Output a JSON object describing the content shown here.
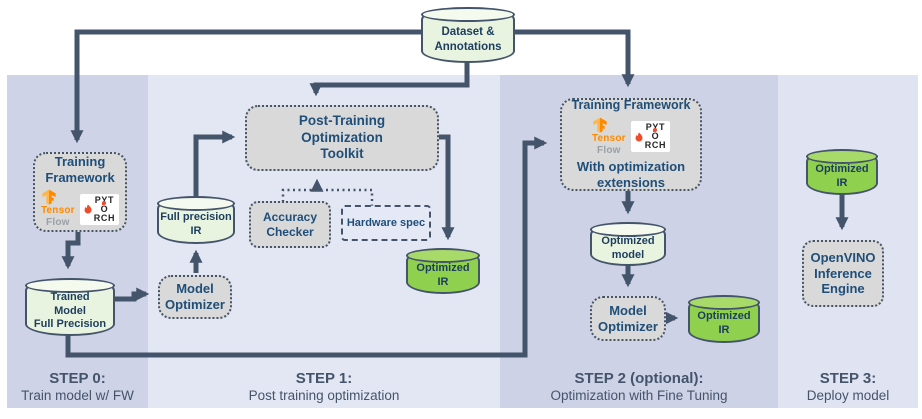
{
  "colors": {
    "line": "#44546a",
    "section_dark": "#cdd2e7",
    "section_light": "#e3e7f4",
    "box_fill": "#d9d9d9",
    "green_cylinder": "#8fd14f",
    "light_green_cylinder": "#e9f4e0",
    "heading_blue": "#1f4e79",
    "cylinder_text": "#1c3d5e",
    "tensorflow_orange": "#ff8a00",
    "pytorch_orange": "#ee4c2c"
  },
  "dataset": {
    "line1": "Dataset &",
    "line2": "Annotations"
  },
  "logos": {
    "tensor": "Tensor",
    "flow": "Flow",
    "pytorch_pre": "PYT",
    "pytorch_o": "O",
    "pytorch_post": "RCH"
  },
  "step0": {
    "title": "STEP 0:",
    "subtitle": "Train model w/ FW",
    "framework": {
      "line1": "Training",
      "line2": "Framework"
    },
    "trained_model": {
      "line1": "Trained",
      "line2": "Model",
      "line3": "Full Precision"
    }
  },
  "step1": {
    "title": "STEP 1:",
    "subtitle": "Post training optimization",
    "full_precision_ir": {
      "line1": "Full precision",
      "line2": "IR"
    },
    "model_optimizer": {
      "line1": "Model",
      "line2": "Optimizer"
    },
    "toolkit": {
      "line1": "Post-Training",
      "line2": "Optimization",
      "line3": "Toolkit"
    },
    "accuracy_checker": {
      "line1": "Accuracy",
      "line2": "Checker"
    },
    "hardware_spec": "Hardware spec",
    "optimized_ir": {
      "line1": "Optimized",
      "line2": "IR"
    }
  },
  "step2": {
    "title": "STEP 2 (optional):",
    "subtitle": "Optimization with Fine Tuning",
    "framework": {
      "line1": "Training Framework",
      "line2": "With optimization",
      "line3": "extensions"
    },
    "optimized_model": {
      "line1": "Optimized",
      "line2": "model"
    },
    "model_optimizer": {
      "line1": "Model",
      "line2": "Optimizer"
    },
    "optimized_ir": {
      "line1": "Optimized",
      "line2": "IR"
    }
  },
  "step3": {
    "title": "STEP 3:",
    "subtitle": "Deploy model",
    "optimized_ir": {
      "line1": "Optimized",
      "line2": "IR"
    },
    "inference_engine": {
      "line1": "OpenVINO",
      "line2": "Inference",
      "line3": "Engine"
    }
  }
}
